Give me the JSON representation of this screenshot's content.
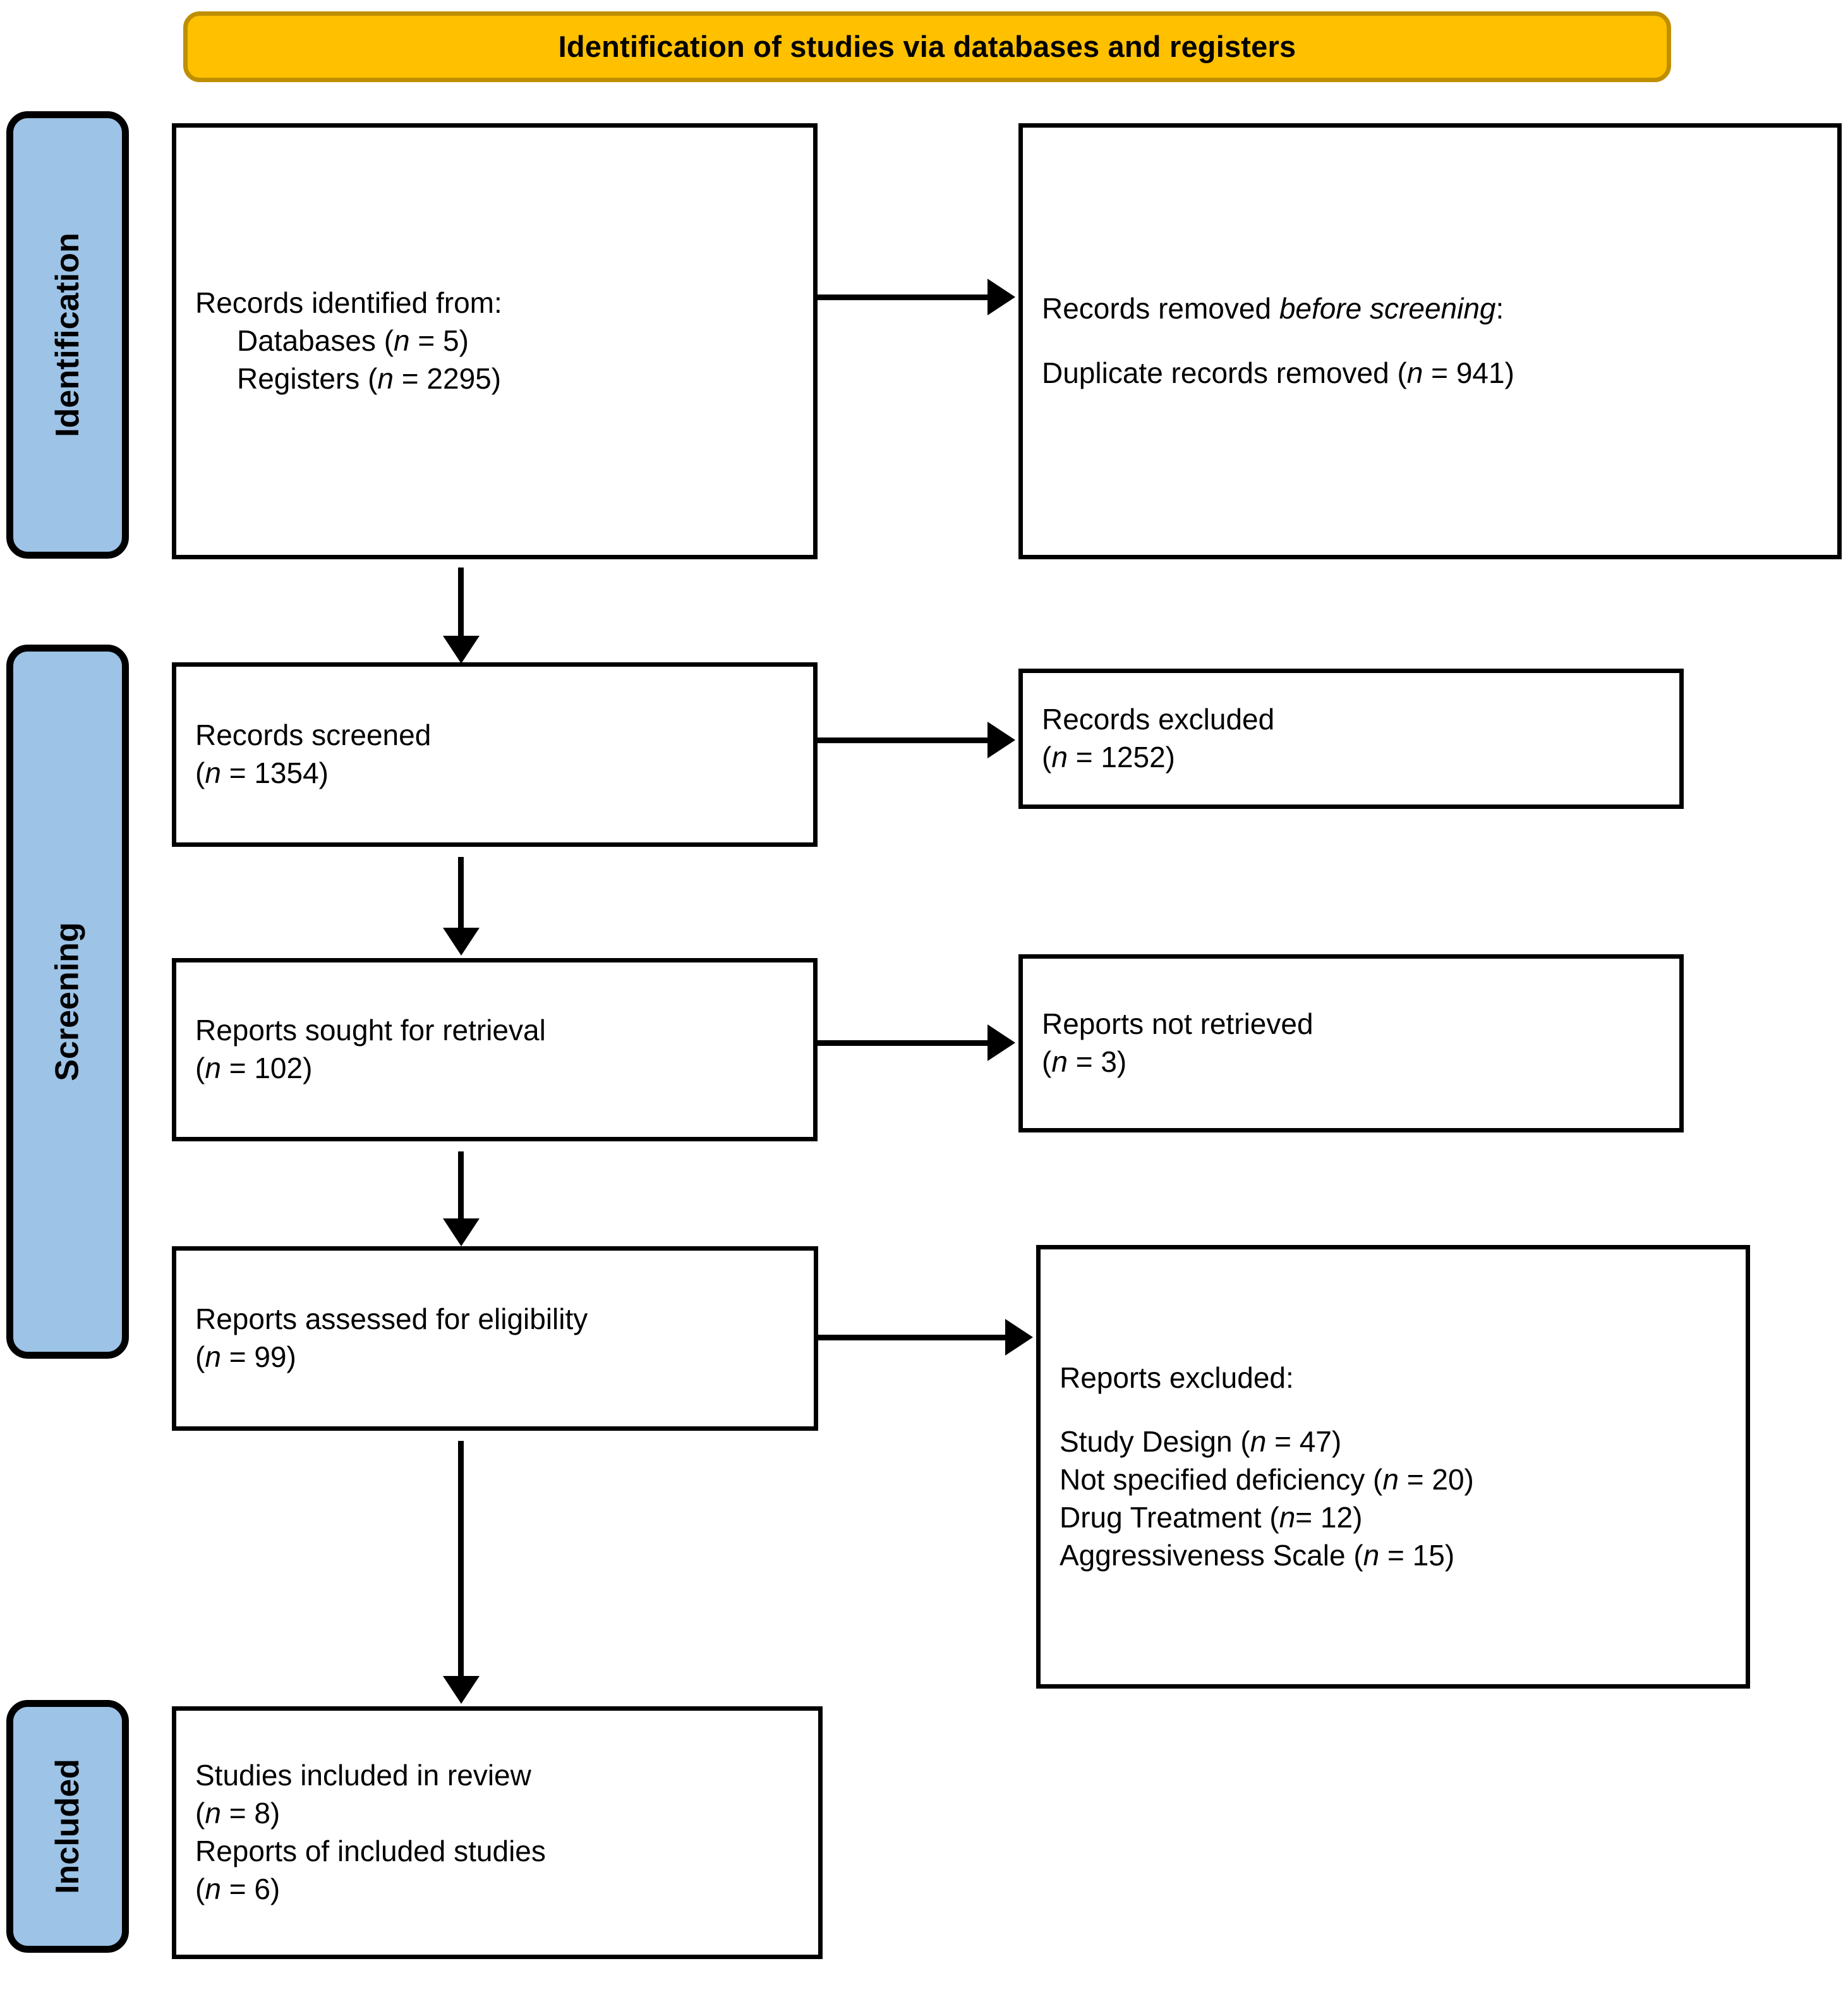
{
  "header": {
    "title": "Identification of studies via databases and registers",
    "background_color": "#FFC000",
    "border_color": "#BF8F00"
  },
  "stages": {
    "color": "#9DC3E6",
    "identification": "Identification",
    "screening": "Screening",
    "included": "Included"
  },
  "boxes": {
    "identified": {
      "line1": "Records identified from:",
      "line2": "Databases (",
      "line2_n": "n",
      "line2_end": " = 5)",
      "line3": "Registers (",
      "line3_n": "n",
      "line3_end": " = 2295)"
    },
    "removed": {
      "line1_a": "Records removed ",
      "line1_italic": "before screening",
      "line1_b": ":",
      "line2_a": "Duplicate records removed (",
      "line2_n": "n",
      "line2_b": " = 941)"
    },
    "screened": {
      "line1": "Records screened",
      "line2_open": "(",
      "line2_n": "n",
      "line2_close": " = 1354)"
    },
    "excluded": {
      "line1": "Records excluded",
      "line2_open": "(",
      "line2_n": "n",
      "line2_close": " = 1252)"
    },
    "sought": {
      "line1": "Reports sought for retrieval",
      "line2_open": "(",
      "line2_n": "n",
      "line2_close": " = 102)"
    },
    "not_retrieved": {
      "line1": "Reports not retrieved",
      "line2_open": "(",
      "line2_n": "n",
      "line2_close": " = 3)"
    },
    "assessed": {
      "line1": "Reports assessed for eligibility",
      "line2_open": "(",
      "line2_n": "n",
      "line2_close": " = 99)"
    },
    "reports_excluded": {
      "heading": "Reports excluded:",
      "reasons": [
        {
          "label": "Study Design (",
          "n": "n",
          "value": " = 47)"
        },
        {
          "label": "Not specified deficiency (",
          "n": "n",
          "value": " = 20)"
        },
        {
          "label": "Drug Treatment (",
          "n": "n",
          "value": "= 12)"
        },
        {
          "label": "Aggressiveness Scale (",
          "n": "n",
          "value": " = 15)"
        }
      ]
    },
    "included": {
      "line1": "Studies included in review",
      "line2_open": "(",
      "line2_n": "n",
      "line2_close": " = 8)",
      "line3": "Reports of included studies",
      "line4_open": "(",
      "line4_n": "n",
      "line4_close": " = 6)"
    }
  }
}
